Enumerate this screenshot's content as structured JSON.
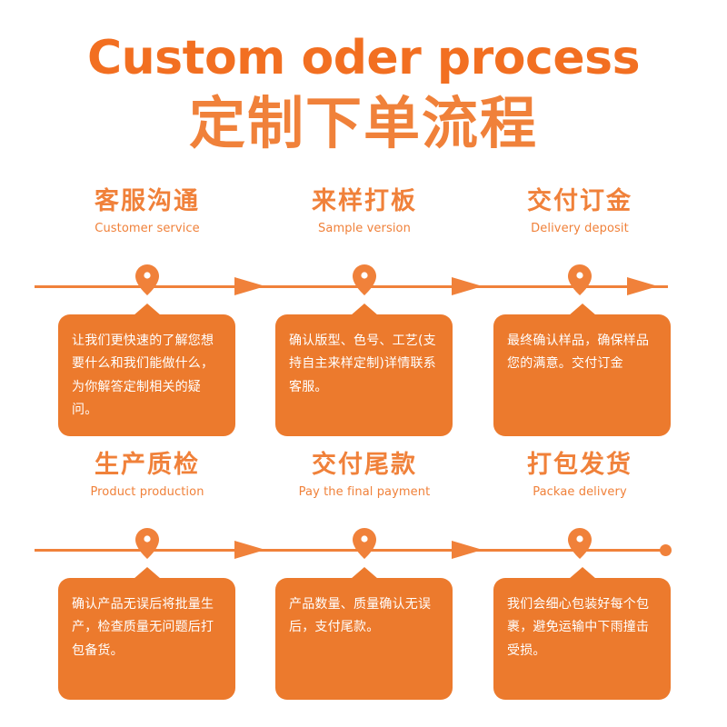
{
  "header": {
    "title_en": "Custom oder process",
    "title_cn": "定制下单流程"
  },
  "colors": {
    "title_orange": "#F26F21",
    "accent_orange": "#F0813A",
    "card_orange": "#EC7A2D",
    "card_text": "#FFFFFF",
    "background": "#FFFFFF"
  },
  "rows": [
    {
      "steps": [
        {
          "title_cn": "客服沟通",
          "title_en": "Customer service",
          "body": "让我们更快速的了解您想要什么和我们能做什么，为你解答定制相关的疑问。",
          "marker": "map-pin-icon"
        },
        {
          "title_cn": "来样打板",
          "title_en": "Sample version",
          "body": "确认版型、色号、工艺(支持自主来样定制)详情联系客服。",
          "marker": "map-pin-icon"
        },
        {
          "title_cn": "交付订金",
          "title_en": "Delivery deposit",
          "body": "最终确认样品，确保样品您的满意。交付订金",
          "marker": "map-pin-icon"
        }
      ],
      "connectors": [
        "arrow-right-icon",
        "arrow-right-icon",
        "arrow-right-icon"
      ],
      "line_end": "line"
    },
    {
      "steps": [
        {
          "title_cn": "生产质检",
          "title_en": "Product production",
          "body": "确认产品无误后将批量生产，检查质量无问题后打包备货。",
          "marker": "map-pin-icon"
        },
        {
          "title_cn": "交付尾款",
          "title_en": "Pay the final payment",
          "body": "产品数量、质量确认无误后，支付尾款。",
          "marker": "map-pin-icon"
        },
        {
          "title_cn": "打包发货",
          "title_en": "Packae delivery",
          "body": "我们会细心包装好每个包裹，避免运输中下雨撞击受损。",
          "marker": "map-pin-icon"
        }
      ],
      "connectors": [
        "arrow-right-icon",
        "arrow-right-icon"
      ],
      "line_end": "dot"
    }
  ]
}
